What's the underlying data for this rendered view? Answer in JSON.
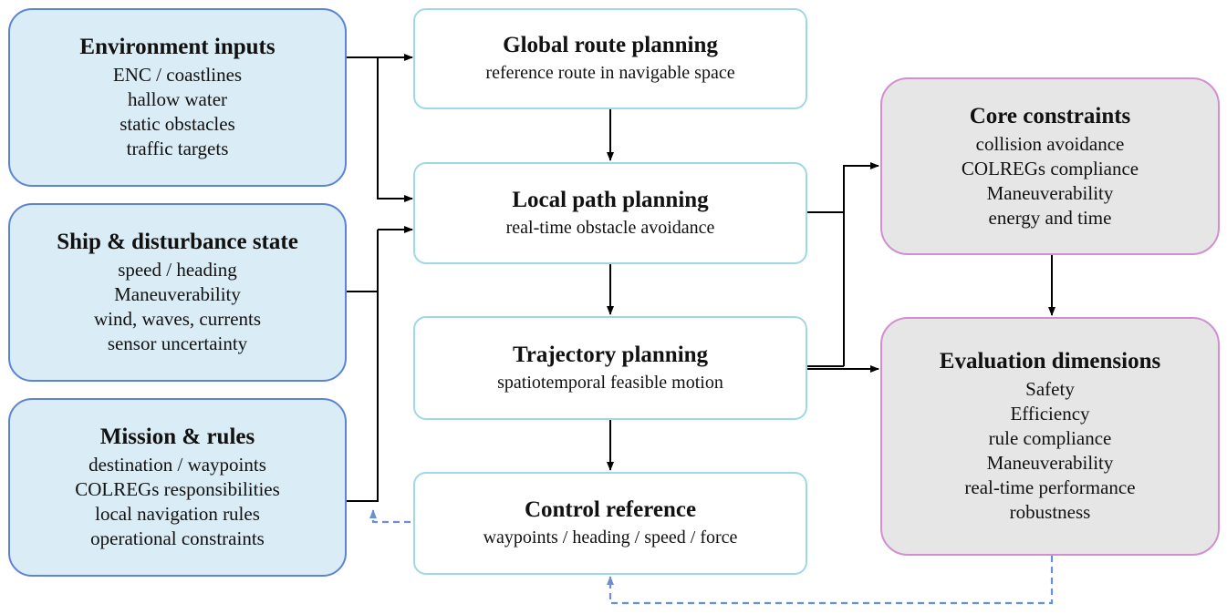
{
  "inputs": {
    "environment": {
      "title": "Environment inputs",
      "lines": [
        "ENC / coastlines",
        "hallow water",
        "static obstacles",
        "traffic targets"
      ]
    },
    "ship_state": {
      "title": "Ship & disturbance state",
      "lines": [
        "speed / heading",
        "Maneuverability",
        "wind, waves, currents",
        "sensor uncertainty"
      ]
    },
    "mission": {
      "title": "Mission & rules",
      "lines": [
        "destination / waypoints",
        "COLREGs responsibilities",
        "local navigation rules",
        "operational constraints"
      ]
    }
  },
  "pipeline": {
    "global_route": {
      "title": "Global route planning",
      "subtitle": "reference route in navigable space"
    },
    "local_path": {
      "title": "Local path planning",
      "subtitle": "real-time obstacle avoidance"
    },
    "trajectory": {
      "title": "Trajectory planning",
      "subtitle": "spatiotemporal feasible motion"
    },
    "control": {
      "title": "Control reference",
      "subtitle": "waypoints / heading / speed / force"
    }
  },
  "assessment": {
    "constraints": {
      "title": "Core constraints",
      "lines": [
        "collision avoidance",
        "COLREGs compliance",
        "Maneuverability",
        "energy and time"
      ]
    },
    "evaluation": {
      "title": "Evaluation dimensions",
      "lines": [
        "Safety",
        "Efficiency",
        "rule compliance",
        "Maneuverability",
        "real-time performance",
        "robustness"
      ]
    }
  },
  "colors": {
    "input_fill": "#daecf6",
    "input_border": "#5b83d6",
    "stage_border": "#9ed8e4",
    "assess_fill": "#e6e6e6",
    "assess_border": "#d28fd0",
    "arrow": "#000000",
    "feedback": "#6a8fd8"
  }
}
